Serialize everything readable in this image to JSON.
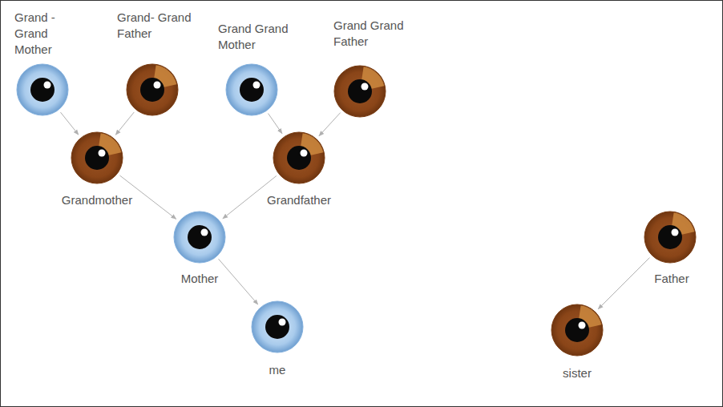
{
  "diagram": {
    "nodes": [
      {
        "text": [
          "Grand - Grand Mother"
        ]
      },
      {
        "text": [
          "Grand- Grand Father"
        ]
      },
      {
        "text": [
          "Grand Grand Mother"
        ]
      },
      {
        "text": [
          "Grand Grand Father"
        ]
      },
      {
        "text": [
          "Grandmother"
        ]
      },
      {
        "text": [
          "Grandfather"
        ]
      },
      {
        "text": [
          "Mother"
        ]
      },
      {
        "text": [
          "Father"
        ]
      },
      {
        "text": [
          "me"
        ]
      },
      {
        "text": [
          "sister"
        ]
      }
    ],
    "edges": [
      {
        "from": 0,
        "to": 4,
        "arrow": "to"
      },
      {
        "from": 1,
        "to": 4,
        "arrow": "to"
      },
      {
        "from": 2,
        "to": 5,
        "arrow": "to"
      },
      {
        "from": 3,
        "to": 5,
        "arrow": "to"
      },
      {
        "from": 4,
        "to": 6,
        "arrow": "to"
      },
      {
        "from": 5,
        "to": 6,
        "arrow": "to"
      },
      {
        "from": 6,
        "to": 8,
        "arrow": "to"
      },
      {
        "from": 7,
        "to": 9,
        "arrow": "to"
      }
    ]
  }
}
